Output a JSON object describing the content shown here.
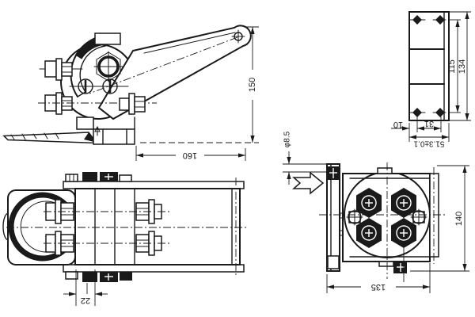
{
  "page": {
    "background": "#ffffff",
    "ink": "#1a1a1a"
  },
  "views": {
    "side": {
      "dim_height": "150",
      "dim_length": "160"
    },
    "plate": {
      "dim_hole_span": "115",
      "dim_height": "134",
      "dim_edge_offset": "10",
      "dim_hole_pitch": "31",
      "dim_width": "51.3±0.1"
    },
    "top": {
      "dim_block_width": "22"
    },
    "end": {
      "dim_hole_diameter": "φ8.5",
      "dim_height": "140",
      "dim_width": "135"
    }
  }
}
